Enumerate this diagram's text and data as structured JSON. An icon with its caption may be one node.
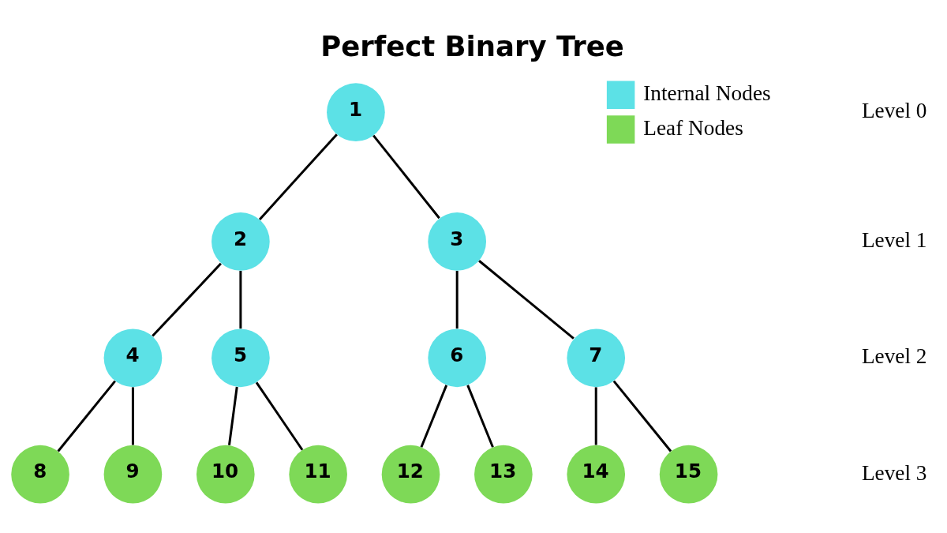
{
  "diagram": {
    "title": "Perfect Binary Tree",
    "nodes": [
      {
        "text": [
          "1"
        ]
      },
      {
        "text": [
          "2"
        ]
      },
      {
        "text": [
          "3"
        ]
      },
      {
        "text": [
          "4"
        ]
      },
      {
        "text": [
          "5"
        ]
      },
      {
        "text": [
          "6"
        ]
      },
      {
        "text": [
          "7"
        ]
      },
      {
        "text": [
          "8"
        ]
      },
      {
        "text": [
          "9"
        ]
      },
      {
        "text": [
          "10"
        ]
      },
      {
        "text": [
          "11"
        ]
      },
      {
        "text": [
          "12"
        ]
      },
      {
        "text": [
          "13"
        ]
      },
      {
        "text": [
          "14"
        ]
      },
      {
        "text": [
          "15"
        ]
      }
    ],
    "edges": [
      {
        "from": 0,
        "to": 1,
        "arrow": "none"
      },
      {
        "from": 0,
        "to": 2,
        "arrow": "none"
      },
      {
        "from": 1,
        "to": 3,
        "arrow": "none"
      },
      {
        "from": 1,
        "to": 4,
        "arrow": "none"
      },
      {
        "from": 2,
        "to": 5,
        "arrow": "none"
      },
      {
        "from": 2,
        "to": 6,
        "arrow": "none"
      },
      {
        "from": 3,
        "to": 7,
        "arrow": "none"
      },
      {
        "from": 3,
        "to": 8,
        "arrow": "none"
      },
      {
        "from": 4,
        "to": 9,
        "arrow": "none"
      },
      {
        "from": 4,
        "to": 10,
        "arrow": "none"
      },
      {
        "from": 5,
        "to": 11,
        "arrow": "none"
      },
      {
        "from": 5,
        "to": 12,
        "arrow": "none"
      },
      {
        "from": 6,
        "to": 13,
        "arrow": "none"
      },
      {
        "from": 6,
        "to": 14,
        "arrow": "none"
      }
    ],
    "labels": [
      "Level 0",
      "Level 1",
      "Level 2",
      "Level 3"
    ],
    "legend": [
      {
        "text": "Internal Nodes",
        "color": "#5ce1e6"
      },
      {
        "text": "Leaf Nodes",
        "color": "#7ed957"
      }
    ]
  }
}
